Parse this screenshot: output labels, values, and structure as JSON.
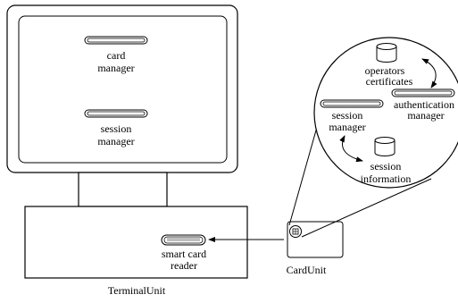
{
  "diagram": {
    "terminal": {
      "name": "TerminalUnit",
      "card_manager": [
        "card",
        "manager"
      ],
      "session_manager": [
        "session",
        "manager"
      ],
      "smart_card_reader": [
        "smart card",
        "reader"
      ]
    },
    "card": {
      "name": "CardUnit",
      "operators_certificates": [
        "operators",
        "certificates"
      ],
      "authentication_manager": [
        "authentication",
        "manager"
      ],
      "session_manager": [
        "session",
        "manager"
      ],
      "session_information": [
        "session",
        "information"
      ]
    }
  }
}
